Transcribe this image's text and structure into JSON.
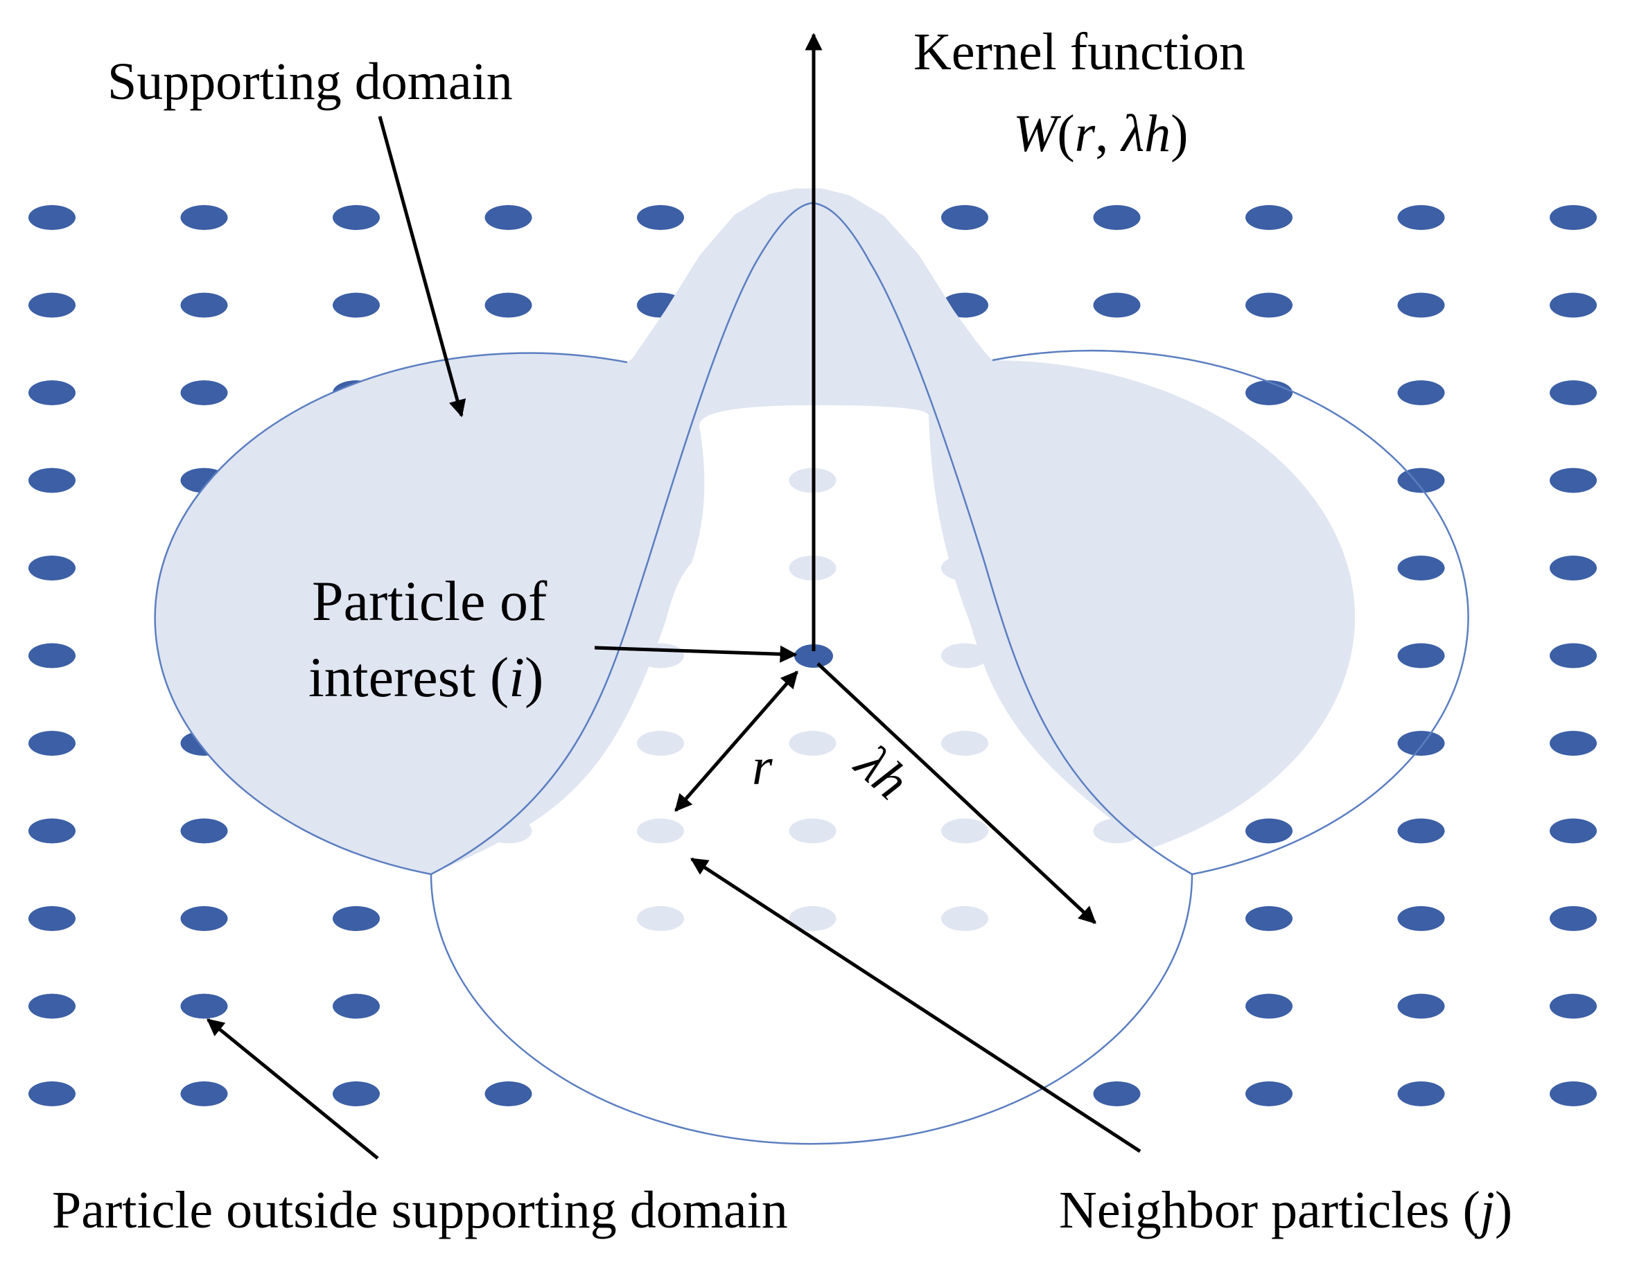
{
  "labels": {
    "supporting_domain": "Supporting domain",
    "kernel_function": "Kernel function",
    "kernel_formula": {
      "w": "W",
      "open": "(",
      "r": "r",
      "comma": ", ",
      "lambda_h": "λh",
      "close": ")"
    },
    "particle_of_interest_line1": "Particle of",
    "particle_of_interest_line2": "interest (",
    "particle_of_interest_i": "i",
    "particle_of_interest_close": ")",
    "r": "r",
    "lambda_h": "λh",
    "particle_outside": "Particle outside  supporting  domain",
    "neighbor_particles": "Neighbor  particles (",
    "neighbor_particles_j": "j",
    "neighbor_particles_close": ")"
  },
  "grid": {
    "columns": 11,
    "rows": 11
  },
  "colors": {
    "particle": "#3c5fa5",
    "neighbor_particle": "#dfe5f1",
    "domain_fill": "#dfe5f1",
    "domain_stroke": "#5b7ec0",
    "arrow": "#000000"
  }
}
